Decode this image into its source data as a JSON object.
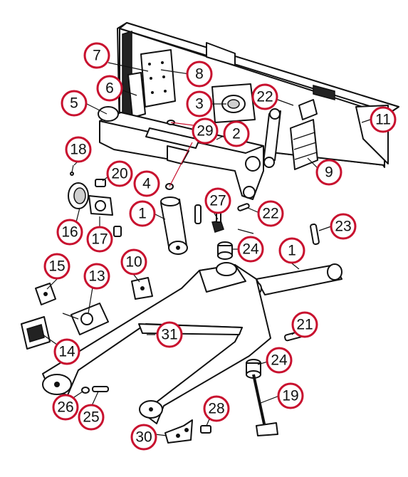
{
  "callouts": [
    {
      "id": "c7",
      "label": "7"
    },
    {
      "id": "c8",
      "label": "8"
    },
    {
      "id": "c6",
      "label": "6"
    },
    {
      "id": "c5",
      "label": "5"
    },
    {
      "id": "c3",
      "label": "3"
    },
    {
      "id": "c22a",
      "label": "22"
    },
    {
      "id": "c29",
      "label": "29"
    },
    {
      "id": "c2",
      "label": "2"
    },
    {
      "id": "c11",
      "label": "11"
    },
    {
      "id": "c9",
      "label": "9"
    },
    {
      "id": "c18",
      "label": "18"
    },
    {
      "id": "c20",
      "label": "20"
    },
    {
      "id": "c4",
      "label": "4"
    },
    {
      "id": "c27",
      "label": "27"
    },
    {
      "id": "c22b",
      "label": "22"
    },
    {
      "id": "c1a",
      "label": "1"
    },
    {
      "id": "c16",
      "label": "16"
    },
    {
      "id": "c17",
      "label": "17"
    },
    {
      "id": "c23",
      "label": "23"
    },
    {
      "id": "c24a",
      "label": "24"
    },
    {
      "id": "c1b",
      "label": "1"
    },
    {
      "id": "c15",
      "label": "15"
    },
    {
      "id": "c10",
      "label": "10"
    },
    {
      "id": "c13",
      "label": "13"
    },
    {
      "id": "c31",
      "label": "31"
    },
    {
      "id": "c21",
      "label": "21"
    },
    {
      "id": "c14",
      "label": "14"
    },
    {
      "id": "c24b",
      "label": "24"
    },
    {
      "id": "c19",
      "label": "19"
    },
    {
      "id": "c26",
      "label": "26"
    },
    {
      "id": "c25",
      "label": "25"
    },
    {
      "id": "c28",
      "label": "28"
    },
    {
      "id": "c30",
      "label": "30"
    }
  ]
}
